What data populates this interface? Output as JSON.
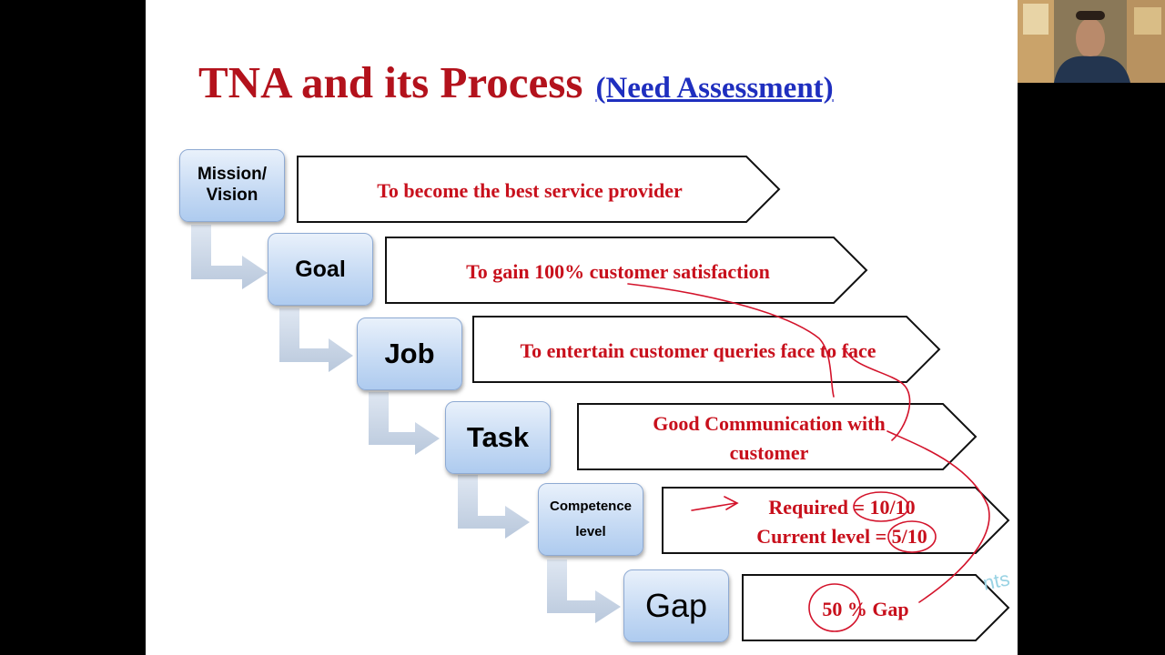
{
  "slide": {
    "title": "TNA and its Process",
    "title_link": "(Need Assessment)",
    "steps": [
      {
        "label": "Mission/ Vision",
        "content": "To become the best service provider"
      },
      {
        "label": "Goal",
        "content": "To gain 100% customer satisfaction"
      },
      {
        "label": "Job",
        "content": "To entertain customer queries face to face"
      },
      {
        "label": "Task",
        "content": "Good Communication with customer"
      },
      {
        "label": "Competence level",
        "content_line1": "Required = 10/10",
        "content_line2": "Current level = 5/10"
      },
      {
        "label": "Gap",
        "content": "50 % Gap"
      }
    ],
    "watermark": "nts"
  },
  "colors": {
    "title": "#b3121c",
    "link": "#1f2fbf",
    "content_text": "#c8101c",
    "annotation_ink": "#d3132b",
    "step_box_fill": "#c7dbf4"
  }
}
